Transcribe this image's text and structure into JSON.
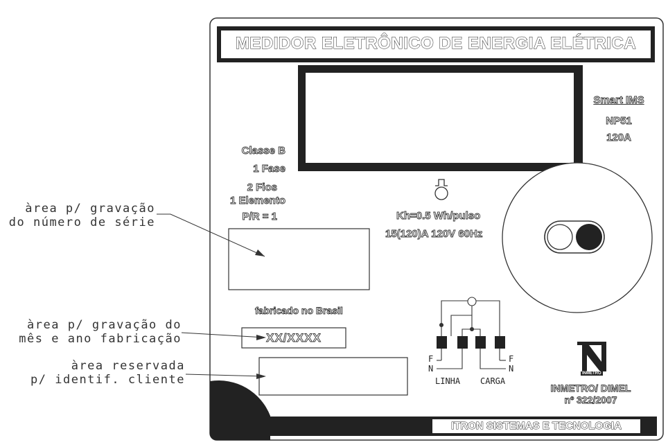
{
  "header": {
    "title": "MEDIDOR ELETRÔNICO DE ENERGIA ELÉTRICA"
  },
  "model": {
    "brand": "Smart IMS",
    "code": "NP51",
    "current": "120A"
  },
  "specs": {
    "classe": "Classe B",
    "fase": "1 Fase",
    "fios": "2 Fios",
    "elemento": "1 Elemento",
    "pr": "P/R = 1"
  },
  "kh": {
    "line1": "Kh=0.5 Wh/pulso",
    "line2": "15(120)A 120V 60Hz"
  },
  "made_in": "fabricado no Brasil",
  "date_field": "XX/XXXX",
  "callouts": {
    "serial": [
      "àrea p/ gravação",
      "do número de série"
    ],
    "date": [
      "àrea p/ gravação do",
      "mês e ano fabricação"
    ],
    "client": [
      "àrea reservada",
      "p/ identif. cliente"
    ]
  },
  "wiring": {
    "f_left": "F",
    "n_left": "N",
    "f_right": "F",
    "n_right": "N",
    "linha": "LINHA",
    "carga": "CARGA"
  },
  "inmetro": {
    "logo_text": "INMETRO",
    "line1": "INMETRO/ DIMEL",
    "line2": "nº 322/2007"
  },
  "footer": {
    "company": "ITRON SISTEMAS E TECNOLOGIA"
  },
  "colors": {
    "ink": "#222222",
    "panel": "#ffffff"
  }
}
